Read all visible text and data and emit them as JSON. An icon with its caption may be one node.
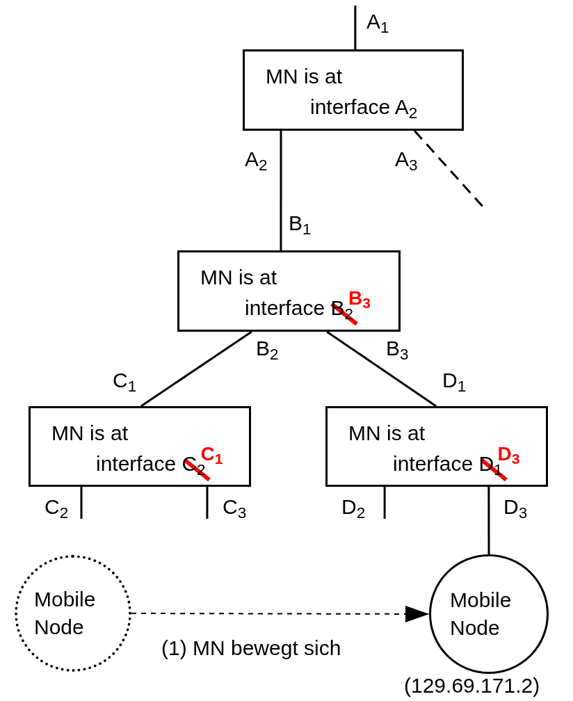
{
  "diagram": {
    "nodes": [
      {
        "text": [
          "MN is at interface A$_{2}$"
        ]
      },
      {
        "text": [
          "MN is at interface B$_{2}$",
          "B$_{3}$"
        ]
      },
      {
        "text": [
          "MN is at interface C$_{2}$",
          "C$_{1}$"
        ]
      },
      {
        "text": [
          "MN is at interface D$_{1}$",
          "D$_{3}$"
        ]
      },
      {
        "text": [
          "Mobile Node"
        ]
      },
      {
        "text": [
          "Mobile Node"
        ],
        "beside": [
          "(129.69.171.2)"
        ]
      }
    ],
    "edges": [
      {
        "from": null,
        "to": 0,
        "arrow": "none"
      },
      {
        "from": 0,
        "to": 1,
        "arrow": "none"
      },
      {
        "from": 0,
        "to": null,
        "arrow": "none",
        "style": "dashed"
      },
      {
        "from": 1,
        "to": 2,
        "arrow": "none"
      },
      {
        "from": 1,
        "to": 3,
        "arrow": "none"
      },
      {
        "from": 2,
        "to": null,
        "arrow": "none"
      },
      {
        "from": 2,
        "to": null,
        "arrow": "none"
      },
      {
        "from": 3,
        "to": null,
        "arrow": "none"
      },
      {
        "from": 3,
        "to": 5,
        "arrow": "none"
      },
      {
        "from": 4,
        "to": 5,
        "arrow": "to",
        "style": "dashed",
        "label": "(1) MN bewegt sich"
      }
    ],
    "labels": [
      "A$_{1}$",
      "A$_{2}$",
      "A$_{3}$",
      "B$_{1}$",
      "B$_{2}$",
      "B$_{3}$",
      "C$_{1}$",
      "D$_{1}$",
      "C$_{2}$",
      "C$_{3}$",
      "D$_{2}$",
      "D$_{3}$"
    ]
  }
}
